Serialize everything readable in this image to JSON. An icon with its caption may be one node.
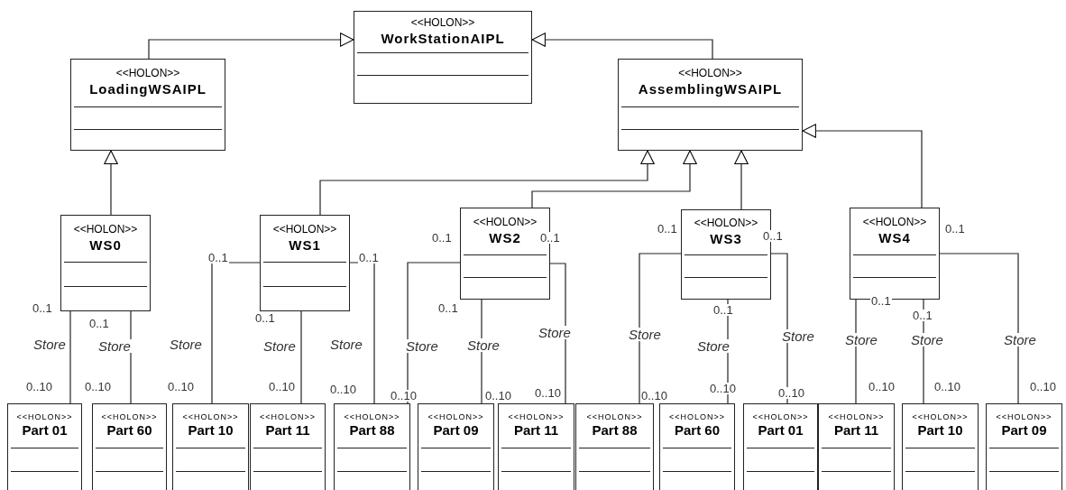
{
  "diagram": {
    "nodes": [
      {
        "text": [
          "<<HOLON>>",
          "WorkStationAIPL"
        ]
      },
      {
        "text": [
          "<<HOLON>>",
          "LoadingWSAIPL"
        ]
      },
      {
        "text": [
          "<<HOLON>>",
          "AssemblingWSAIPL"
        ]
      },
      {
        "text": [
          "<<HOLON>>",
          "WS0"
        ]
      },
      {
        "text": [
          "<<HOLON>>",
          "WS1"
        ]
      },
      {
        "text": [
          "<<HOLON>>",
          "WS2"
        ]
      },
      {
        "text": [
          "<<HOLON>>",
          "WS3"
        ]
      },
      {
        "text": [
          "<<HOLON>>",
          "WS4"
        ]
      },
      {
        "text": [
          "<<HOLON>>",
          "Part 01"
        ]
      },
      {
        "text": [
          "<<HOLON>>",
          "Part 60"
        ]
      },
      {
        "text": [
          "<<HOLON>>",
          "Part 10"
        ]
      },
      {
        "text": [
          "<<HOLON>>",
          "Part 11"
        ]
      },
      {
        "text": [
          "<<HOLON>>",
          "Part 88"
        ]
      },
      {
        "text": [
          "<<HOLON>>",
          "Part 09"
        ]
      },
      {
        "text": [
          "<<HOLON>>",
          "Part 11"
        ]
      },
      {
        "text": [
          "<<HOLON>>",
          "Part 88"
        ]
      },
      {
        "text": [
          "<<HOLON>>",
          "Part 60"
        ]
      },
      {
        "text": [
          "<<HOLON>>",
          "Part 01"
        ]
      },
      {
        "text": [
          "<<HOLON>>",
          "Part 11"
        ]
      },
      {
        "text": [
          "<<HOLON>>",
          "Part 10"
        ]
      },
      {
        "text": [
          "<<HOLON>>",
          "Part 09"
        ]
      }
    ],
    "edges": [
      {
        "from": 1,
        "to": 0,
        "arrow": "to"
      },
      {
        "from": 2,
        "to": 0,
        "arrow": "to"
      },
      {
        "from": 3,
        "to": 1,
        "arrow": "to"
      },
      {
        "from": 4,
        "to": 2,
        "arrow": "to"
      },
      {
        "from": 5,
        "to": 2,
        "arrow": "to"
      },
      {
        "from": 6,
        "to": 2,
        "arrow": "to"
      },
      {
        "from": 7,
        "to": 2,
        "arrow": "to"
      },
      {
        "from": 3,
        "to": 8,
        "arrow": "none",
        "label": "Store"
      },
      {
        "from": 3,
        "to": 9,
        "arrow": "none",
        "label": "Store"
      },
      {
        "from": 4,
        "to": 10,
        "arrow": "none",
        "label": "Store"
      },
      {
        "from": 4,
        "to": 11,
        "arrow": "none",
        "label": "Store"
      },
      {
        "from": 4,
        "to": 12,
        "arrow": "none",
        "label": "Store"
      },
      {
        "from": 5,
        "to": 12,
        "arrow": "none",
        "label": "Store"
      },
      {
        "from": 5,
        "to": 13,
        "arrow": "none",
        "label": "Store"
      },
      {
        "from": 5,
        "to": 14,
        "arrow": "none",
        "label": "Store"
      },
      {
        "from": 6,
        "to": 15,
        "arrow": "none",
        "label": "Store"
      },
      {
        "from": 6,
        "to": 16,
        "arrow": "none",
        "label": "Store"
      },
      {
        "from": 6,
        "to": 17,
        "arrow": "none",
        "label": "Store"
      },
      {
        "from": 7,
        "to": 18,
        "arrow": "none",
        "label": "Store"
      },
      {
        "from": 7,
        "to": 19,
        "arrow": "none",
        "label": "Store"
      },
      {
        "from": 7,
        "to": 20,
        "arrow": "none",
        "label": "Store"
      }
    ],
    "labels": [
      "0..1",
      "0..10",
      "0..1",
      "0..10",
      "0..1",
      "0..10",
      "0..1",
      "0..10",
      "0..1",
      "0..10",
      "0..1",
      "0..10",
      "0..1",
      "0..10",
      "0..1",
      "0..10",
      "0..1",
      "0..10",
      "0..1",
      "0..10",
      "0..1",
      "0..10",
      "0..1",
      "0..10",
      "0..1",
      "0..10",
      "0..1",
      "0..10"
    ]
  }
}
